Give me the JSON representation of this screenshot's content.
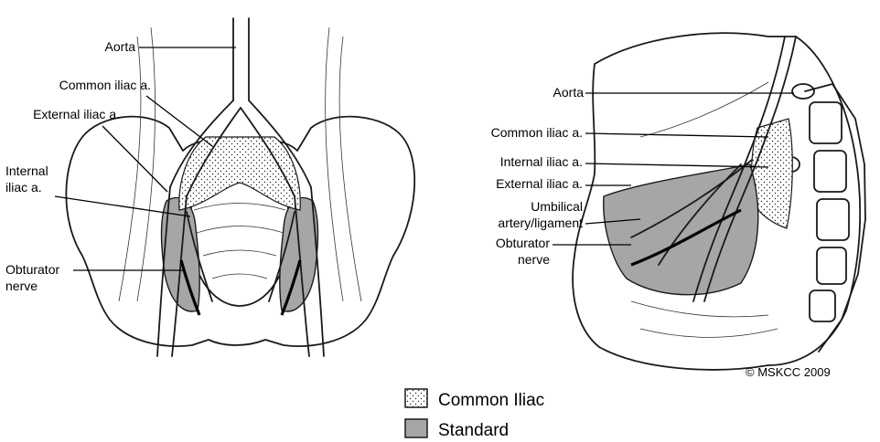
{
  "left_view": {
    "labels": {
      "aorta": "Aorta",
      "common_iliac": "Common iliac a.",
      "external_iliac": "External iliac a.",
      "internal_iliac_line1": "Internal",
      "internal_iliac_line2": "iliac a.",
      "obturator_line1": "Obturator",
      "obturator_line2": "nerve"
    }
  },
  "right_view": {
    "labels": {
      "aorta": "Aorta",
      "common_iliac": "Common iliac a.",
      "internal_iliac": "Internal iliac a.",
      "external_iliac": "External iliac a.",
      "umbilical_line1": "Umbilical",
      "umbilical_line2": "artery/ligament",
      "obturator_line1": "Obturator",
      "obturator_line2": "nerve"
    },
    "copyright": "© MSKCC 2009"
  },
  "legend": {
    "items": [
      {
        "label": "Common Iliac",
        "pattern": "stippled"
      },
      {
        "label": "Standard",
        "color": "#a6a6a6"
      }
    ]
  },
  "colors": {
    "standard_fill": "#a6a6a6",
    "stipple_bg": "#ffffff",
    "stipple_dot": "#222222",
    "line": "#1a1a1a"
  }
}
